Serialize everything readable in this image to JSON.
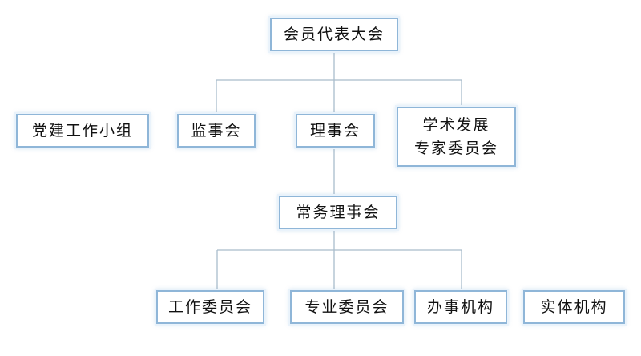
{
  "nodes": {
    "assembly": "会员代表大会",
    "party_group": "党建工作小组",
    "supervisory_board": "监事会",
    "council": "理事会",
    "academic_line1": "学术发展",
    "academic_line2": "专家委员会",
    "standing_council": "常务理事会",
    "working_committee": "工作委员会",
    "professional_committee": "专业委员会",
    "administrative_office": "办事机构",
    "entity_institution": "实体机构"
  },
  "colors": {
    "box_border": "#8fb6d8",
    "connector": "#a9bccb",
    "text": "#111111"
  }
}
